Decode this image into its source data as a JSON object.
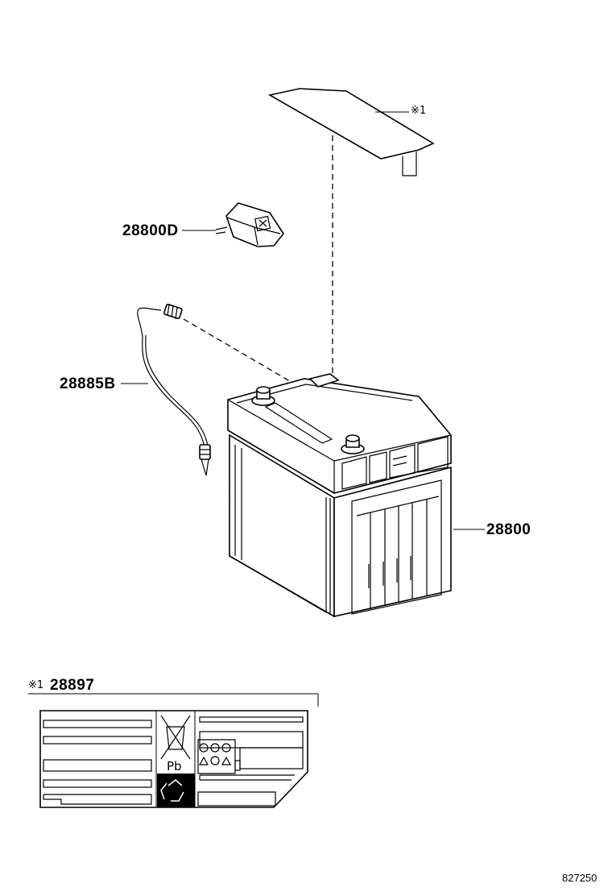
{
  "callouts": {
    "cover_note": "※1",
    "sensor_cover": "28800D",
    "sensor_wire": "28885B",
    "battery": "28800"
  },
  "label_section": {
    "note": "※1",
    "part_number": "28897",
    "pb_symbol": "Pb"
  },
  "footer": {
    "diagram_id": "827250"
  }
}
